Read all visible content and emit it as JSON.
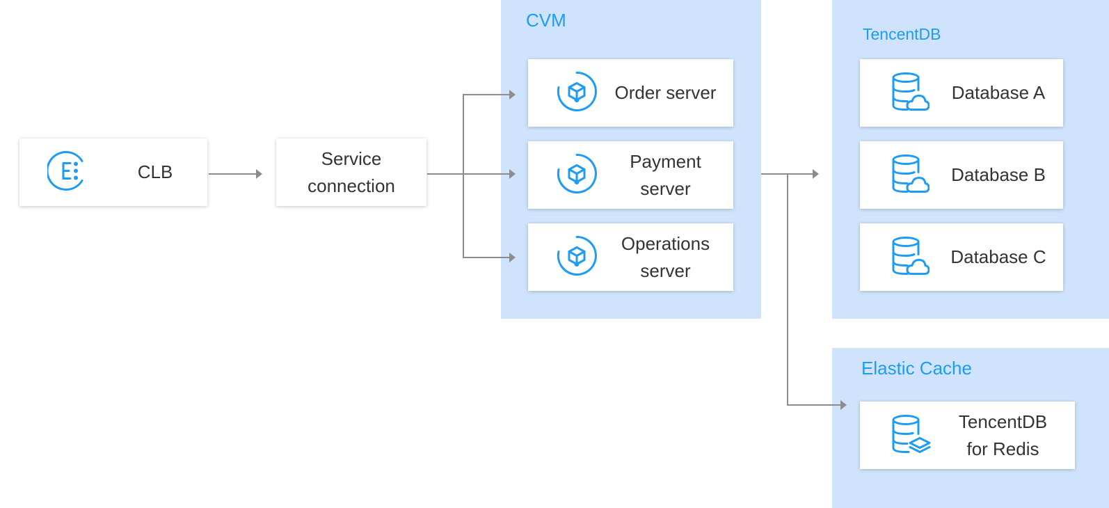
{
  "colors": {
    "group_fill": "#cfe4fc",
    "group_title": "#1e9bf2",
    "icon": "#1e9bf2",
    "connector": "#8c8c8c",
    "node_text": "#333333"
  },
  "nodes": {
    "clb": {
      "label": "CLB",
      "icon": "load-balancer-icon"
    },
    "service_connection": {
      "label": "Service\nconnection"
    }
  },
  "groups": {
    "cvm": {
      "title": "CVM",
      "items": [
        {
          "label": "Order server",
          "icon": "cube-server-icon"
        },
        {
          "label": "Payment\nserver",
          "icon": "cube-server-icon"
        },
        {
          "label": "Operations\nserver",
          "icon": "cube-server-icon"
        }
      ]
    },
    "tencentdb": {
      "title": "TencentDB",
      "items": [
        {
          "label": "Database A",
          "icon": "cloud-database-icon"
        },
        {
          "label": "Database B",
          "icon": "cloud-database-icon"
        },
        {
          "label": "Database C",
          "icon": "cloud-database-icon"
        }
      ]
    },
    "elastic_cache": {
      "title": "Elastic Cache",
      "items": [
        {
          "label": "TencentDB\nfor Redis",
          "icon": "redis-database-icon"
        }
      ]
    }
  }
}
